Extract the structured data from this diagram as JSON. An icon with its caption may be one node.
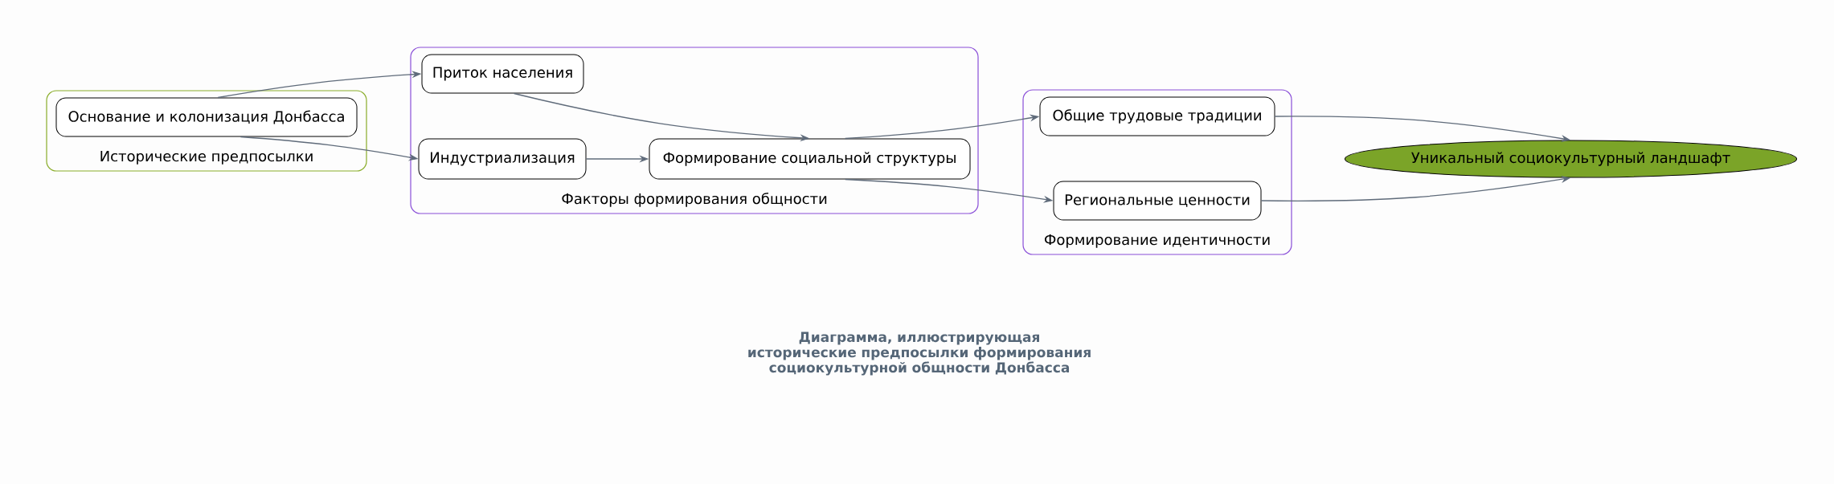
{
  "diagram": {
    "caption": "Диаграмма, иллюстрирующая исторические предпосылки формирования социокультурной общности Донбасса",
    "nodes": [
      {
        "text": [
          "Исторические предпосылки"
        ]
      },
      {
        "text": [
          "Основание и колонизация Донбасса"
        ],
        "in": 0
      },
      {
        "text": [
          "Факторы формирования общности"
        ]
      },
      {
        "text": [
          "Приток населения"
        ],
        "in": 2
      },
      {
        "text": [
          "Индустриализация"
        ],
        "in": 2
      },
      {
        "text": [
          "Формирование социальной структуры"
        ],
        "in": 2
      },
      {
        "text": [
          "Формирование идентичности"
        ]
      },
      {
        "text": [
          "Общие трудовые традиции"
        ],
        "in": 6
      },
      {
        "text": [
          "Региональные ценности"
        ],
        "in": 6
      },
      {
        "text": [
          "Уникальный социокультурный ландшафт"
        ]
      }
    ],
    "edges": [
      {
        "from": 1,
        "to": 3,
        "arrow": "to"
      },
      {
        "from": 1,
        "to": 4,
        "arrow": "to"
      },
      {
        "from": 3,
        "to": 5,
        "arrow": "to"
      },
      {
        "from": 4,
        "to": 5,
        "arrow": "to"
      },
      {
        "from": 5,
        "to": 7,
        "arrow": "to"
      },
      {
        "from": 5,
        "to": 8,
        "arrow": "to"
      },
      {
        "from": 7,
        "to": 9,
        "arrow": "to"
      },
      {
        "from": 8,
        "to": 9,
        "arrow": "to"
      }
    ]
  }
}
